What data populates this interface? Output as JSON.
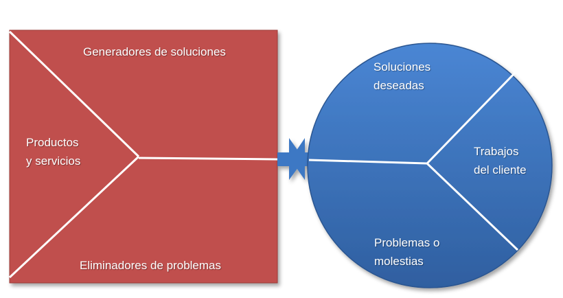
{
  "colors": {
    "square_fill": "#c0504d",
    "square_stroke": "#9d3a37",
    "circle_fill_top": "#4a86d4",
    "circle_fill_bottom": "#2f5fa0",
    "circle_stroke": "#2a5590",
    "divider_lines": "#ffffff",
    "arrows": "#3e78c4"
  },
  "value_map": {
    "gain_creators": "Generadores de soluciones",
    "products_services": [
      "Productos",
      "y servicios"
    ],
    "pain_relievers": "Eliminadores de problemas"
  },
  "customer_profile": {
    "gains": [
      "Soluciones",
      "deseadas"
    ],
    "customer_jobs": [
      "Trabajos",
      "del cliente"
    ],
    "pains": [
      "Problemas o",
      "molestias"
    ]
  }
}
